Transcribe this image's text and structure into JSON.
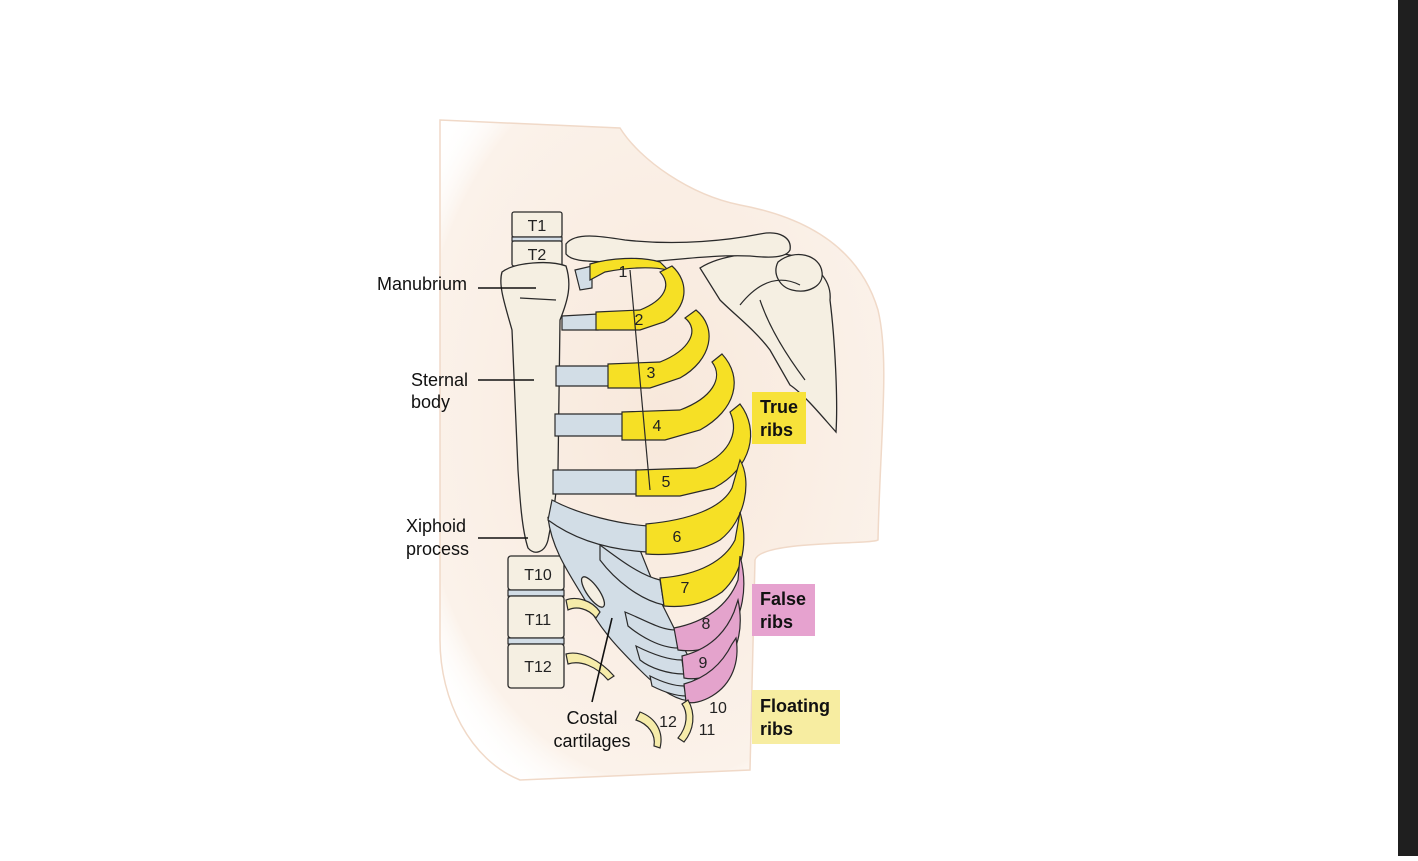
{
  "labels": {
    "t1": "T1",
    "t2": "T2",
    "t10": "T10",
    "t11": "T11",
    "t12": "T12",
    "manubrium": "Manubrium",
    "sternal_body_1": "Sternal",
    "sternal_body_2": "body",
    "xiphoid_1": "Xiphoid",
    "xiphoid_2": "process",
    "costal_1": "Costal",
    "costal_2": "cartilages"
  },
  "rib_numbers": [
    "1",
    "2",
    "3",
    "4",
    "5",
    "6",
    "7",
    "8",
    "9",
    "10",
    "11",
    "12"
  ],
  "groups": {
    "true_ribs": {
      "line1": "True",
      "line2": "ribs",
      "color": "#f7e23a"
    },
    "false_ribs": {
      "line1": "False",
      "line2": "ribs",
      "color": "#e6a2cf"
    },
    "floating_ribs": {
      "line1": "Floating",
      "line2": "ribs",
      "color": "#f7eda1"
    }
  },
  "colors": {
    "skin": "#f8ebe0",
    "bone": "#f5efe2",
    "cartilage": "#d2dde6",
    "true_rib": "#f6e025",
    "false_rib": "#e4a3cc",
    "floating_rib": "#f6ecaa"
  }
}
